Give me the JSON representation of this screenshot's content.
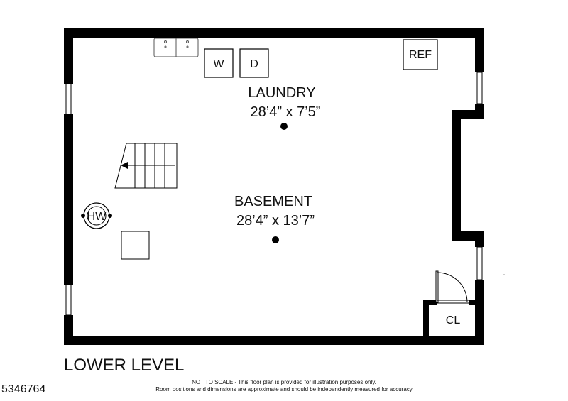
{
  "rooms": {
    "laundry": {
      "name": "LAUNDRY",
      "dimensions": "28’4” x 7’5”"
    },
    "basement": {
      "name": "BASEMENT",
      "dimensions": "28’4” x 13’7”"
    }
  },
  "fixtures": {
    "washer": "W",
    "dryer": "D",
    "refrigerator": "REF",
    "water_heater": "HW",
    "closet": "CL"
  },
  "level_title": "LOWER LEVEL",
  "disclaimer": {
    "line1": "NOT TO SCALE - This floor plan is provided for illustration purposes only.",
    "line2": "Room positions and dimensions are approximate and should be independently measured for accuracy"
  },
  "listing_id": "5346764"
}
